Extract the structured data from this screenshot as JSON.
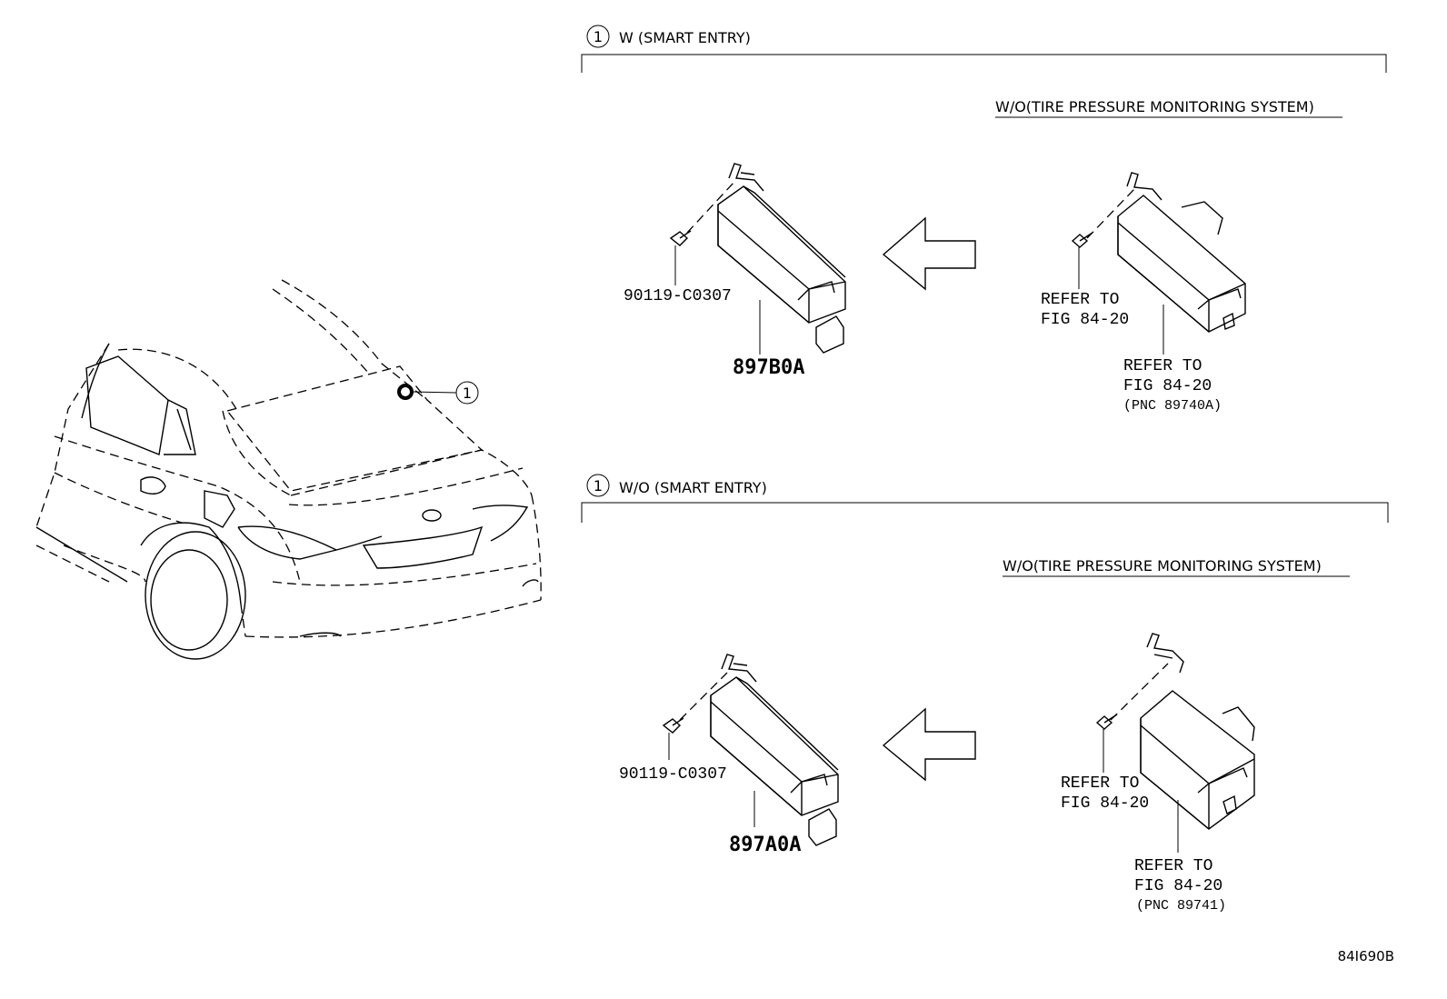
{
  "callout_number": "1",
  "sections": {
    "top": {
      "header": "W (SMART ENTRY)",
      "condition": "W/O(TIRE PRESSURE MONITORING SYSTEM)",
      "bolt_part": "90119-C0307",
      "module_part": "897B0A",
      "refer_bolt_line1": "REFER TO",
      "refer_bolt_line2": "FIG 84-20",
      "refer_module_line1": "REFER TO",
      "refer_module_line2": "FIG 84-20",
      "refer_module_pnc": "(PNC 89740A)"
    },
    "bottom": {
      "header": "W/O (SMART ENTRY)",
      "condition": "W/O(TIRE PRESSURE MONITORING SYSTEM)",
      "bolt_part": "90119-C0307",
      "module_part": "897A0A",
      "refer_bolt_line1": "REFER TO",
      "refer_bolt_line2": "FIG 84-20",
      "refer_module_line1": "REFER TO",
      "refer_module_line2": "FIG 84-20",
      "refer_module_pnc": "(PNC 89741)"
    }
  },
  "figure_id": "84I690B"
}
